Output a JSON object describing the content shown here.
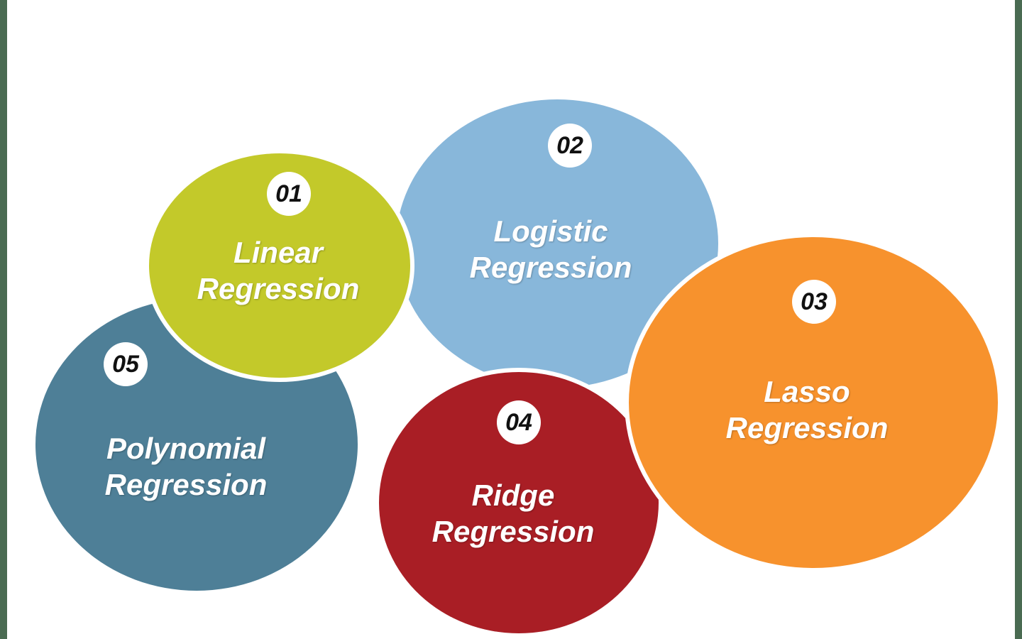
{
  "colors": {
    "linear": "#c3c92a",
    "logistic": "#88b7da",
    "lasso": "#f7922d",
    "ridge": "#a91e25",
    "polynomial": "#4e7f97"
  },
  "items": {
    "linear": {
      "number": "01",
      "line1": "Linear",
      "line2": "Regression"
    },
    "logistic": {
      "number": "02",
      "line1": "Logistic",
      "line2": "Regression"
    },
    "lasso": {
      "number": "03",
      "line1": "Lasso",
      "line2": "Regression"
    },
    "ridge": {
      "number": "04",
      "line1": "Ridge",
      "line2": "Regression"
    },
    "polynomial": {
      "number": "05",
      "line1": "Polynomial",
      "line2": "Regression"
    }
  }
}
